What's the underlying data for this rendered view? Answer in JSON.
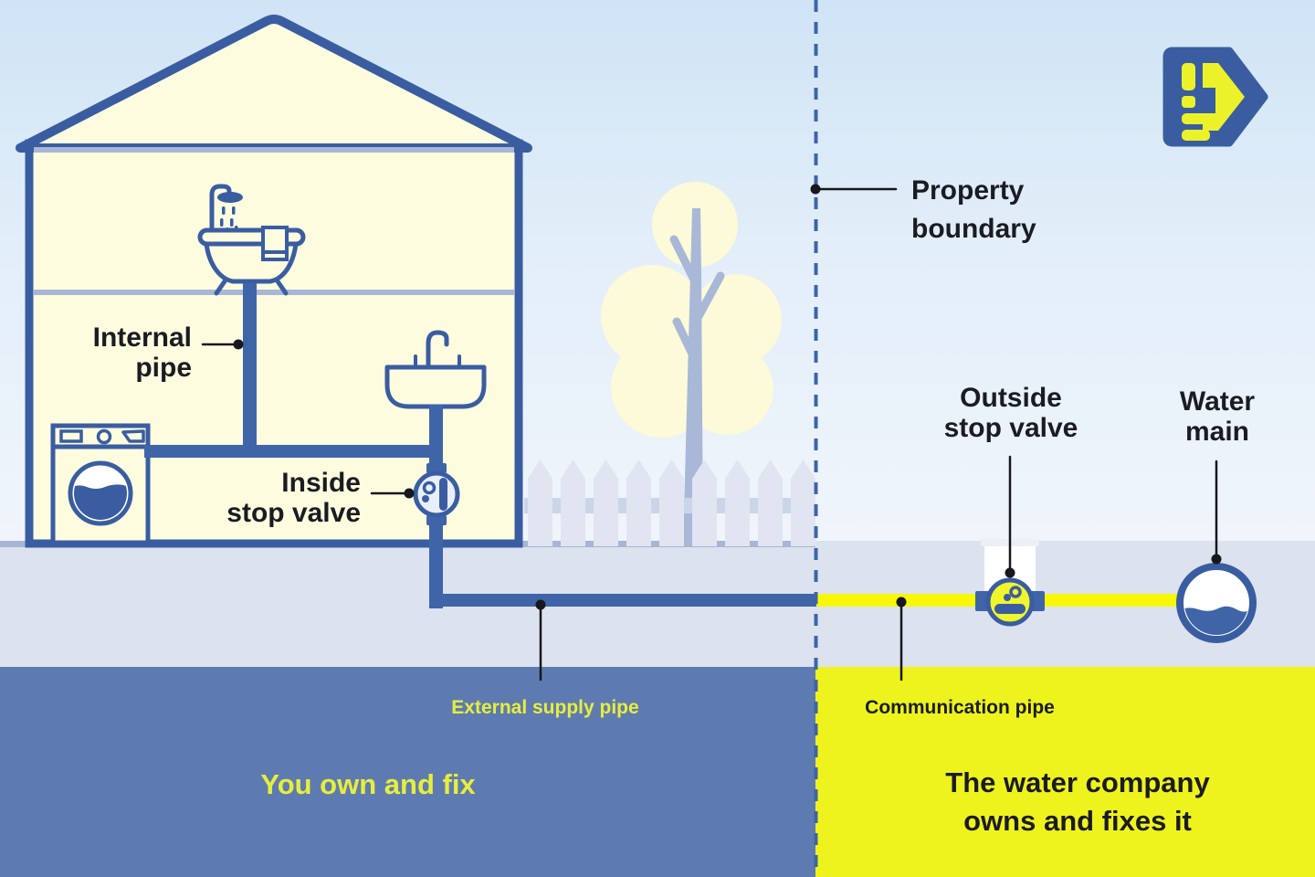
{
  "title": "Water supply pipe responsibility diagram",
  "labels": {
    "internal_pipe": "Internal\npipe",
    "inside_stop_valve": "Inside\nstop valve",
    "property_boundary": "Property\nboundary",
    "outside_stop_valve": "Outside\nstop valve",
    "water_main": "Water\nmain",
    "external_supply_pipe": "External supply pipe",
    "communication_pipe": "Communication pipe",
    "left_region": "You own and fix",
    "right_region": "The water company\nowns and fixes it"
  },
  "colors": {
    "navy_outline": "#3a5da1",
    "pipe_navy": "#3f64a8",
    "pipe_yellow": "#f8f70a",
    "underground_owner": "#5e7bb1",
    "underground_company": "#eef31d",
    "house_fill": "#fdfcdf",
    "ground_surface": "#dce2ee",
    "sky_top": "#cfe4f5",
    "sky_bottom": "#f0f5fb",
    "label_dark": "#1b1b23",
    "label_yellow": "#e7ee3c",
    "boundary_dash": "#3d64a6"
  },
  "icons": {
    "company-logo": "navy arrow badge with yellow fist",
    "bathtub-shower-icon": "bathtub with shower",
    "sink-icon": "wash basin with tap",
    "washing-machine-icon": "front-load washer",
    "inside-stop-valve-icon": "round valve on pipe",
    "outside-stop-valve-icon": "round yellow valve on pipe",
    "water-main-icon": "circle with water level",
    "tree-icon": "tree",
    "fence-icon": "picket fence",
    "property-boundary-line": "vertical dashed line"
  }
}
